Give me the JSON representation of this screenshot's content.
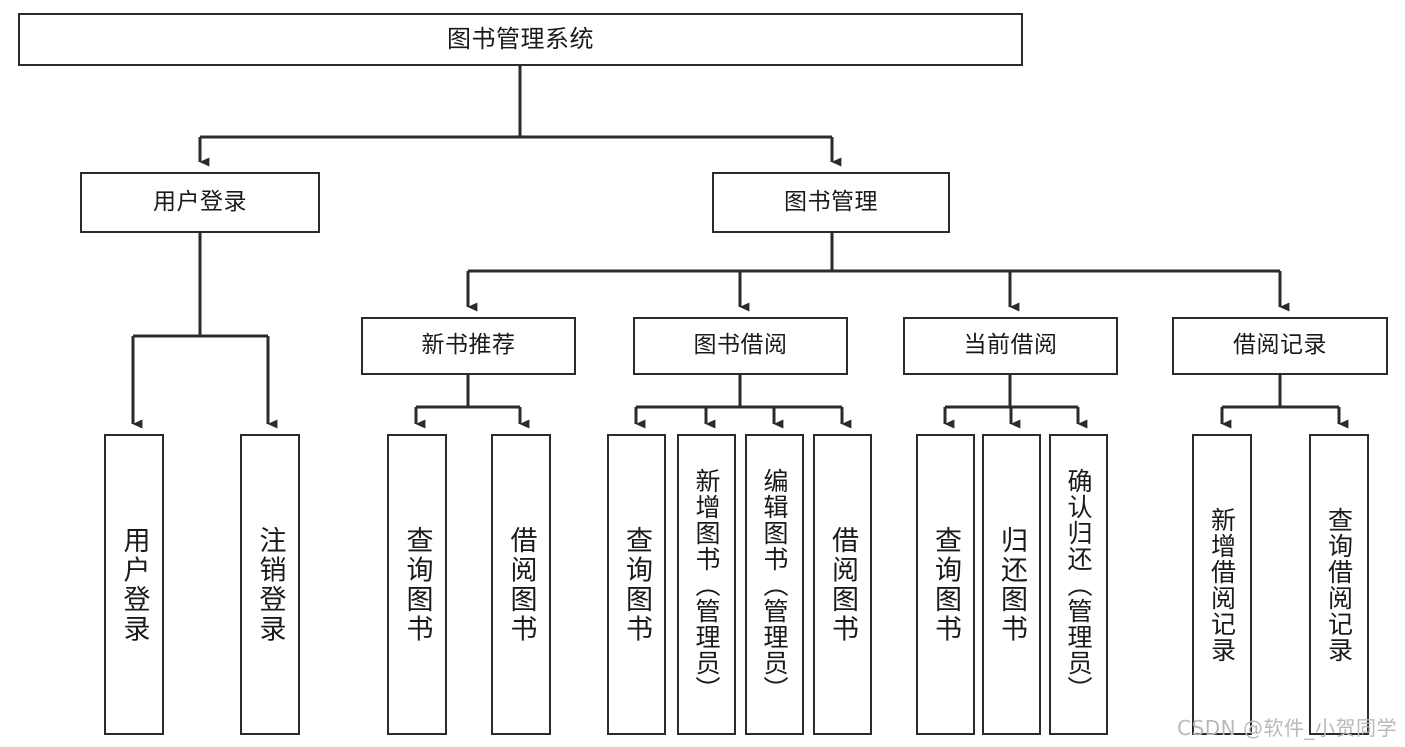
{
  "diagram": {
    "title": "图书管理系统",
    "type": "tree-hierarchy-chart",
    "watermark": "CSDN @软件_小贺同学",
    "line_color": "#2b2b2b",
    "box_fill": "#ffffff",
    "text_color": "#1a1a1a",
    "watermark_color": "#b9b9b9"
  },
  "nodes": {
    "root": {
      "label": "图书管理系统"
    },
    "level2": [
      {
        "label": "用户登录"
      },
      {
        "label": "图书管理"
      }
    ],
    "level3": [
      {
        "label": "新书推荐"
      },
      {
        "label": "图书借阅"
      },
      {
        "label": "当前借阅"
      },
      {
        "label": "借阅记录"
      }
    ],
    "leaves_user_login": [
      {
        "label": "用户登录"
      },
      {
        "label": "注销登录"
      }
    ],
    "leaves_new_book": [
      {
        "label": "查询图书"
      },
      {
        "label": "借阅图书"
      }
    ],
    "leaves_borrow": [
      {
        "label": "查询图书"
      },
      {
        "label": "新增图书（管理员）"
      },
      {
        "label": "编辑图书（管理员）"
      },
      {
        "label": "借阅图书"
      }
    ],
    "leaves_current": [
      {
        "label": "查询图书"
      },
      {
        "label": "归还图书"
      },
      {
        "label": "确认归还（管理员）"
      }
    ],
    "leaves_record": [
      {
        "label": "新增借阅记录"
      },
      {
        "label": "查询借阅记录"
      }
    ]
  }
}
